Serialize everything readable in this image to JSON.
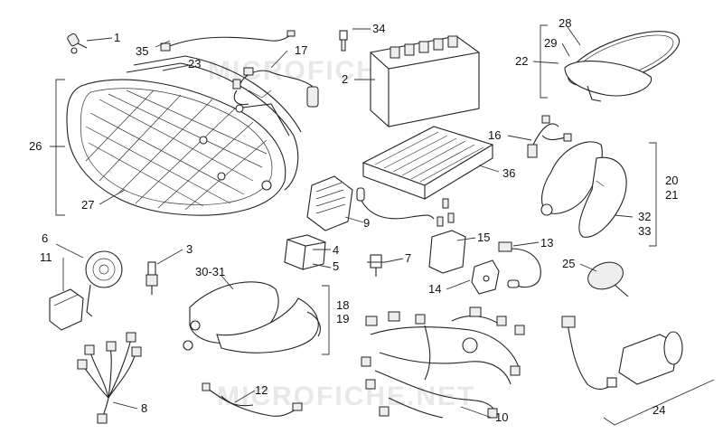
{
  "watermark": "MICROFICHE.NET",
  "labels": {
    "p1": "1",
    "p2": "2",
    "p3": "3",
    "p4": "4",
    "p5": "5",
    "p6": "6",
    "p7": "7",
    "p8": "8",
    "p9": "9",
    "p10": "10",
    "p11": "11",
    "p12": "12",
    "p13": "13",
    "p14": "14",
    "p15": "15",
    "p16": "16",
    "p17": "17",
    "p18": "18",
    "p19": "19",
    "p20": "20",
    "p21": "21",
    "p22": "22",
    "p23": "23",
    "p24": "24",
    "p25": "25",
    "p26": "26",
    "p27": "27",
    "p28": "28",
    "p29": "29",
    "p30_31": "30-31",
    "p32": "32",
    "p33": "33",
    "p34": "34",
    "p35": "35",
    "p36": "36"
  }
}
